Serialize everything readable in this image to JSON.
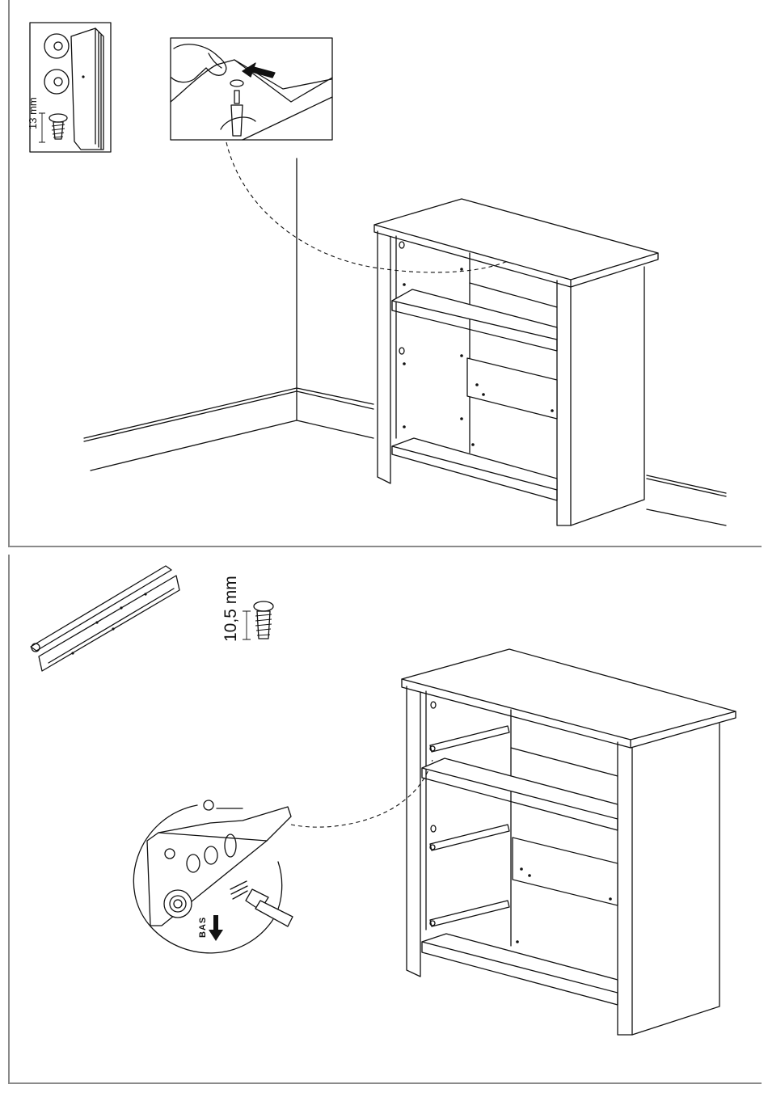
{
  "step_top": {
    "screw_length_label": "13 mm"
  },
  "step_bottom": {
    "screw_length_label": "10,5 mm",
    "direction_label": "BAS"
  },
  "icons": [
    "felt-pad-sheet-icon",
    "screw-icon",
    "drawer-runner-icon",
    "screwdriver-icon",
    "arrow-down-icon"
  ]
}
